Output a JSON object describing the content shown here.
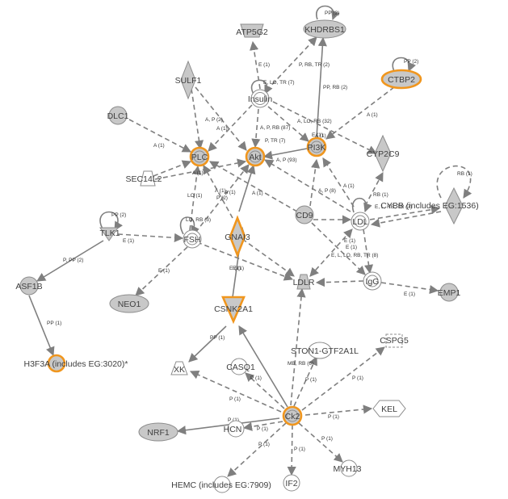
{
  "nodes": {
    "khdrbs1": "KHDRBS1",
    "atp5g2": "ATP5G2",
    "sulf1": "SULF1",
    "ctbp2": "CTBP2",
    "insulin": "Insulin",
    "dlc1": "DLC1",
    "plc": "PLC",
    "akt": "Akt",
    "pi3k": "PI3K",
    "cyp2c9": "CYP2C9",
    "sec14l2": "SEC14L2",
    "cybb": "CYBB (includes EG:1536)",
    "tlk1": "TLK1",
    "fsh": "FSH",
    "gnai3": "GNAI3",
    "cd9": "CD9",
    "ldl": "LDL",
    "asf1b": "ASF1B",
    "neo1": "NEO1",
    "ldlr": "LDLR",
    "igg": "IgG",
    "emp1": "EMP1",
    "csnk2a1": "CSNK2A1",
    "h3f3a": "H3F3A (includes EG:3020)*",
    "ston1": "STON1-GTF2A1L",
    "cspg5": "CSPG5",
    "xk": "XK",
    "casq1": "CASQ1",
    "kel": "KEL",
    "nrf1": "NRF1",
    "ck2": "Ck2",
    "hcn": "HCN",
    "myh13": "MYH13",
    "hemc": "HEMC (includes EG:7909)",
    "if2": "IF2"
  },
  "edge_labels": {
    "khdrbs1_self": "PP (2)",
    "ctbp2_self": "PP (2)",
    "cybb_self": "RB (1)",
    "tlk1_self": "PP (2)",
    "ins_atp": "E (1)",
    "ins_khdrbs": "P, RB, TR (2)",
    "ins_self": "E, LO, TR (7)",
    "pi3k_khdrbs": "PP, RB (2)",
    "ctbp2_pi3k": "A (1)",
    "sulf1_plc": "A, P (2)",
    "sulf1_akt": "A (1)",
    "dlc1_plc": "A (1)",
    "ins_akt": "A, P, RB (87)",
    "ins_pi3k": "A, LO, RB (32)",
    "ptr": "P, TR (7)",
    "pi3k_self": "E (1)",
    "pi3k_akt": "A, P (93)",
    "sec_plc": "A (1)",
    "sec_akt": "A (1)",
    "fsh_plc": "LO (1)",
    "fsh_p2": "P (2)",
    "ap_gnai": "A (1)",
    "lo_rb": "LO, RB (3)",
    "gnai_akt": "A (1)",
    "cd9_pi3k": "A (1)",
    "ldl_pi3k": "A (1)",
    "ldl_akt": "A, P (8)",
    "ldl_cyp": "RB (1)",
    "elrbtr": "E, L, RB, TR (7)",
    "tlk_fsh": "E (1)",
    "tlk_asf": "P, PP (2)",
    "fsh_neo": "E (1)",
    "gnai_ldlr": "E (1)",
    "cd9_ldlr": "E (1)",
    "ldlr_ldl": "E, L, LO, RB, TR (8)",
    "ldl_igg": "E (1)",
    "igg_emp": "E (1)",
    "asf_h3": "PP (1)",
    "csn_xk": "PP (1)",
    "ck_ston": "MB, RB (6)",
    "ck_casq": "P (1)",
    "ck_cspg": "P (1)",
    "ck_ldlr": "P (1)",
    "ck_xk": "P (1)",
    "ck_kel": "P (1)",
    "ck_nrf": "P (1)",
    "ck_hcn": "P (1)",
    "ck_myh": "P (1)",
    "ck_if2": "P (1)",
    "ck_hemc": "P (1)",
    "ck_csn": "E (1)"
  },
  "colors": {
    "node_fill": "#c8c8c8",
    "edge": "#7f7f7f",
    "highlight": "#f0961e"
  }
}
